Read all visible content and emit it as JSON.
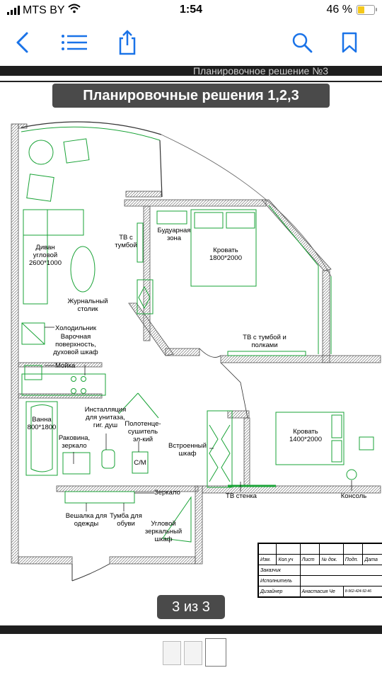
{
  "status_bar": {
    "carrier": "MTS BY",
    "time": "1:54",
    "battery_text": "46 %",
    "battery_level": 0.46
  },
  "toolbar": {
    "accent_color": "#1a73e8",
    "icons": [
      "back-icon",
      "list-icon",
      "share-icon",
      "search-icon",
      "bookmark-icon"
    ]
  },
  "document": {
    "header_text": "Планировочное решение №3",
    "title_pill": "Планировочные решения 1,2,3",
    "page_indicator": "3 из 3",
    "labels": {
      "sofa": "Диван\nугловой\n2600*1000",
      "coffee_table": "Журнальный\nстолик",
      "tv_stand": "ТВ с\nтумбой",
      "boudoir": "Будуарная\nзона",
      "bed_1800": "Кровать\n1800*2000",
      "tv_shelves": "ТВ с тумбой и\nполками",
      "fridge": "Холодильник",
      "cooktop": "Варочная\nповерхность,\nдуховой шкаф",
      "sink": "Мойка",
      "bath": "Ванна\n800*1800",
      "toilet_install": "Инсталляция\nдля унитаза,\nгиг. душ",
      "towel_dryer": "Полотенце-\nсушитель\nэл-кий",
      "washbasin": "Раковина,\nзеркало",
      "washer": "С/М",
      "built_in_wardrobe": "Встроенный\nшкаф",
      "bed_1400": "Кровать\n1400*2000",
      "tv_wall": "ТВ стенка",
      "console": "Консоль",
      "mirror": "Зеркало",
      "hanger": "Вешалка для\nодежды",
      "shoe_cabinet": "Тумба для\nобуви",
      "corner_wardrobe": "Угловой\nзеркальный\nшкаф"
    },
    "stamp": {
      "headers": [
        "Изм.",
        "Кол.уч",
        "Лист",
        "№ док.",
        "Подп.",
        "Дата"
      ],
      "rows": [
        {
          "role": "Заказчик",
          "name": ""
        },
        {
          "role": "Исполнитель",
          "name": ""
        },
        {
          "role": "Дизайнер",
          "name": "Анастасия Че",
          "note": "8-962-424-92-46"
        }
      ]
    }
  },
  "thumbnails": {
    "count": 3,
    "selected": 3
  }
}
